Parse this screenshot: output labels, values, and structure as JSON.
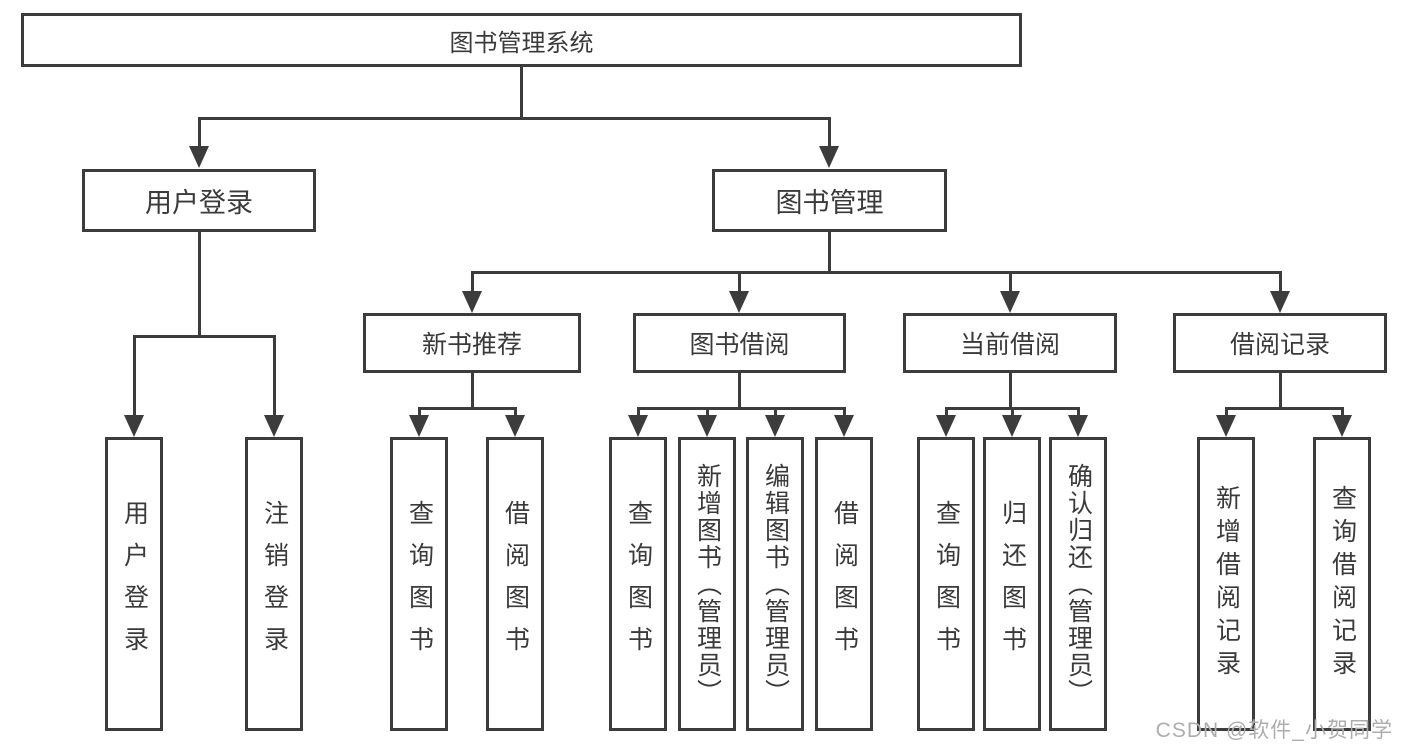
{
  "diagram": {
    "type": "tree",
    "colors": {
      "line": "#3c3c3c",
      "text": "#3a3a3a",
      "background": "#ffffff",
      "watermark": "#adadad"
    },
    "watermark": "CSDN @软件_小贺同学",
    "nodes": {
      "root": {
        "label": "图书管理系统"
      },
      "user_login": {
        "label": "用户登录"
      },
      "book_mgmt": {
        "label": "图书管理"
      },
      "new_book_rec": {
        "label": "新书推荐"
      },
      "book_borrow": {
        "label": "图书借阅"
      },
      "current_borrow": {
        "label": "当前借阅"
      },
      "borrow_records": {
        "label": "借阅记录"
      },
      "leaf_user_login": {
        "label": "用户登录",
        "parent": "用户登录"
      },
      "leaf_logout": {
        "label": "注销登录",
        "parent": "用户登录"
      },
      "leaf_query_book_1": {
        "label": "查询图书",
        "parent": "新书推荐"
      },
      "leaf_borrow_book_1": {
        "label": "借阅图书",
        "parent": "新书推荐"
      },
      "leaf_query_book_2": {
        "label": "查询图书",
        "parent": "图书借阅"
      },
      "leaf_add_book": {
        "label": "新增图书（管理员）",
        "parent": "图书借阅"
      },
      "leaf_edit_book": {
        "label": "编辑图书（管理员）",
        "parent": "图书借阅"
      },
      "leaf_borrow_book_2": {
        "label": "借阅图书",
        "parent": "图书借阅"
      },
      "leaf_query_book_3": {
        "label": "查询图书",
        "parent": "当前借阅"
      },
      "leaf_return_book": {
        "label": "归还图书",
        "parent": "当前借阅"
      },
      "leaf_confirm_return": {
        "label": "确认归还（管理员）",
        "parent": "当前借阅"
      },
      "leaf_add_record": {
        "label": "新增借阅记录",
        "parent": "借阅记录"
      },
      "leaf_query_record": {
        "label": "查询借阅记录",
        "parent": "借阅记录"
      }
    }
  }
}
